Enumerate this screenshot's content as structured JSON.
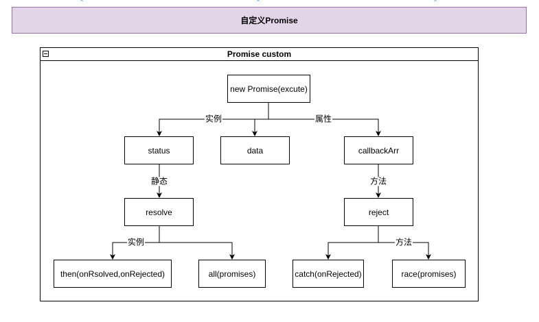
{
  "banner": {
    "title": "自定义Promise"
  },
  "container": {
    "title": "Promise custom"
  },
  "nodes": {
    "root": "new Promise(excute)",
    "status": "status",
    "data": "data",
    "callback_arr": "callbackArr",
    "resolve": "resolve",
    "reject": "reject",
    "then": "then(onRsolved,onRejected)",
    "all": "all(promises)",
    "catch": "catch(onRejected)",
    "race": "race(promises)"
  },
  "edge_labels": {
    "root_instance": "实例",
    "root_property": "属性",
    "status_static": "静态",
    "callback_method": "方法",
    "resolve_instance": "实例",
    "reject_method": "方法"
  },
  "colors": {
    "banner_fill": "#e1d5e7",
    "banner_border": "#9673a6",
    "selection_marker": "#3a8ee6"
  }
}
